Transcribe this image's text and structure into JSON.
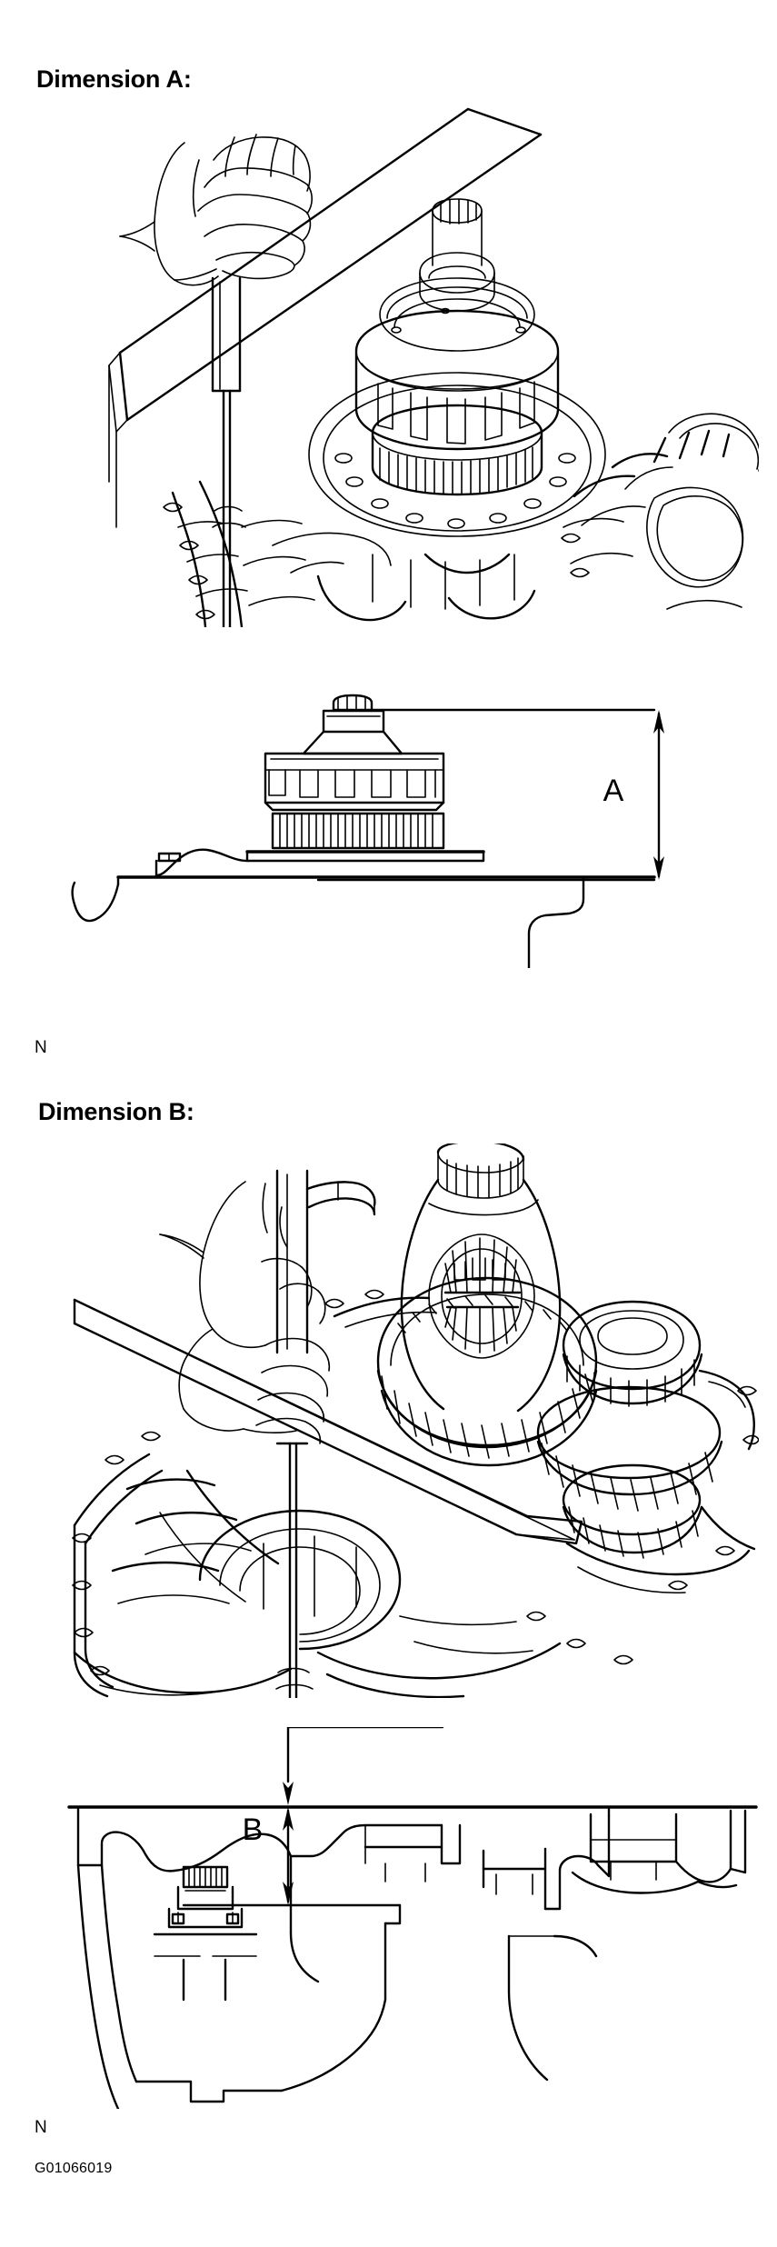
{
  "document": {
    "figure_code": "G01066019"
  },
  "sections": [
    {
      "id": "dimension-a",
      "heading": "Dimension A:",
      "photo_caption": "",
      "dimension_label": "A",
      "footnote_marker": "N",
      "illustration": {
        "name": "transaxle-case-with-depth-gauge",
        "described_parts": [
          "hand",
          "depth-gauge",
          "straightedge",
          "differential-ring-gear",
          "transaxle-case"
        ]
      },
      "cross_section": {
        "name": "dimension-a-cross-section",
        "described_parts": [
          "differential-assembly",
          "case-mating-surface",
          "dimension-arrow"
        ]
      }
    },
    {
      "id": "dimension-b",
      "heading": "Dimension B:",
      "photo_caption": "",
      "dimension_label": "B",
      "footnote_marker": "N",
      "illustration": {
        "name": "transaxle-gear-train-with-depth-gauge",
        "described_parts": [
          "hand",
          "depth-gauge",
          "straightedge",
          "differential-side-gear",
          "counter-gear",
          "output-gear",
          "transaxle-case"
        ]
      },
      "cross_section": {
        "name": "dimension-b-cross-section",
        "described_parts": [
          "transaxle-housing",
          "bearing-outer-race",
          "mating-surface",
          "dimension-arrow"
        ]
      }
    }
  ]
}
